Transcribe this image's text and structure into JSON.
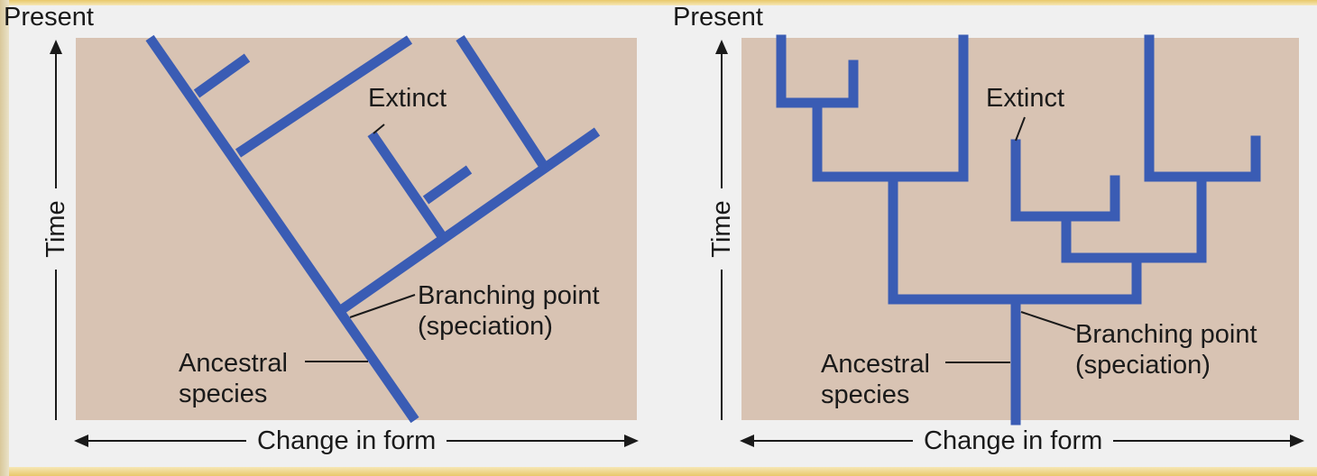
{
  "panels": [
    {
      "present": "Present",
      "time": "Time",
      "change": "Change in form",
      "extinct": "Extinct",
      "branching_line1": "Branching point",
      "branching_line2": "(speciation)",
      "ancestral_line1": "Ancestral",
      "ancestral_line2": "species"
    },
    {
      "present": "Present",
      "time": "Time",
      "change": "Change in form",
      "extinct": "Extinct",
      "branching_line1": "Branching point",
      "branching_line2": "(speciation)",
      "ancestral_line1": "Ancestral",
      "ancestral_line2": "species"
    }
  ],
  "colors": {
    "plot_bg": "#d8c3b3",
    "branch": "#3a5cb4",
    "axis": "#1a1a1a"
  }
}
